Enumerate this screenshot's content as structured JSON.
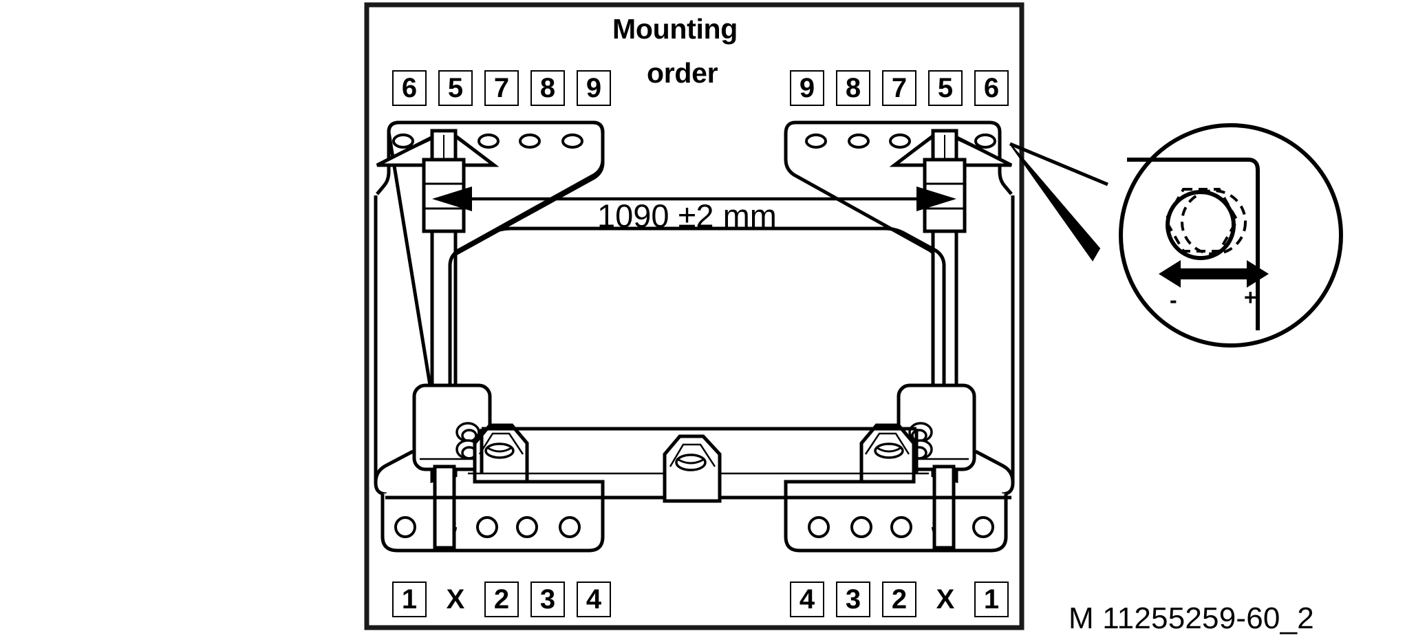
{
  "document": {
    "code": "M 11255259-60_2",
    "title_lines": [
      "Mounting",
      "order"
    ]
  },
  "diagram": {
    "type": "technical-assembly-drawing",
    "subject": "bumper/crossmember mounting bracket assembly",
    "dimension": {
      "label": "1090 ±2 mm",
      "nominal": 1090,
      "tolerance": 2,
      "unit": "mm",
      "kind": "horizontal-span-between-left-and-right-stud"
    },
    "mounting_order": {
      "caption_lines": [
        "Mounting",
        "order"
      ],
      "top_left": [
        {
          "label": "6",
          "boxed": true
        },
        {
          "label": "5",
          "boxed": true
        },
        {
          "label": "7",
          "boxed": true
        },
        {
          "label": "8",
          "boxed": true
        },
        {
          "label": "9",
          "boxed": true
        }
      ],
      "top_right": [
        {
          "label": "9",
          "boxed": true
        },
        {
          "label": "8",
          "boxed": true
        },
        {
          "label": "7",
          "boxed": true
        },
        {
          "label": "5",
          "boxed": true
        },
        {
          "label": "6",
          "boxed": true
        }
      ],
      "bottom_left": [
        {
          "label": "1",
          "boxed": true
        },
        {
          "label": "X",
          "boxed": false
        },
        {
          "label": "2",
          "boxed": true
        },
        {
          "label": "3",
          "boxed": true
        },
        {
          "label": "4",
          "boxed": true
        }
      ],
      "bottom_right": [
        {
          "label": "4",
          "boxed": true
        },
        {
          "label": "3",
          "boxed": true
        },
        {
          "label": "2",
          "boxed": true
        },
        {
          "label": "X",
          "boxed": false
        },
        {
          "label": "1",
          "boxed": true
        }
      ]
    },
    "detail_callout": {
      "shape": "circle",
      "contents": "hex nut shown dashed with round washer/hole, adjustment range arrow",
      "minus_label": "-",
      "plus_label": "+",
      "arrow": "double-headed horizontal arrow"
    },
    "colors": {
      "line": "#000000",
      "background": "#ffffff",
      "frame": "#1a1a1a"
    }
  }
}
